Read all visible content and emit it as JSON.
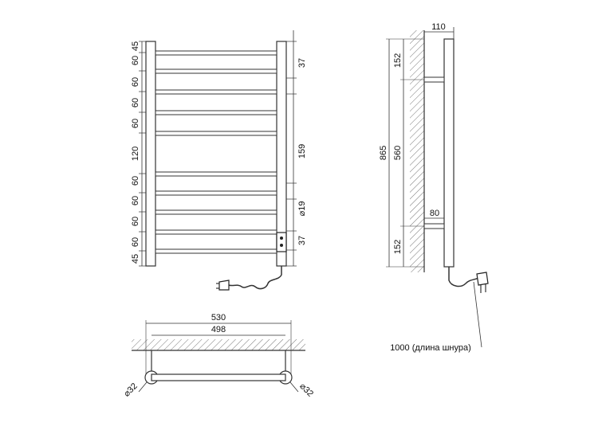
{
  "front_view": {
    "left_dims": [
      "45",
      "60",
      "60",
      "60",
      "60",
      "120",
      "60",
      "60",
      "60",
      "60",
      "45"
    ],
    "right_dims": [
      "37",
      "159",
      "⌀19",
      "37"
    ]
  },
  "side_view": {
    "depth": "110",
    "height": "865",
    "mount_spacing": "560",
    "top_offset": "152",
    "bottom_offset": "152",
    "bracket_depth": "80",
    "cord_note": "1000 (длина шнура)"
  },
  "top_view": {
    "overall_width": "530",
    "inner_width": "498",
    "left_diameter": "⌀32",
    "right_diameter": "⌀32"
  }
}
